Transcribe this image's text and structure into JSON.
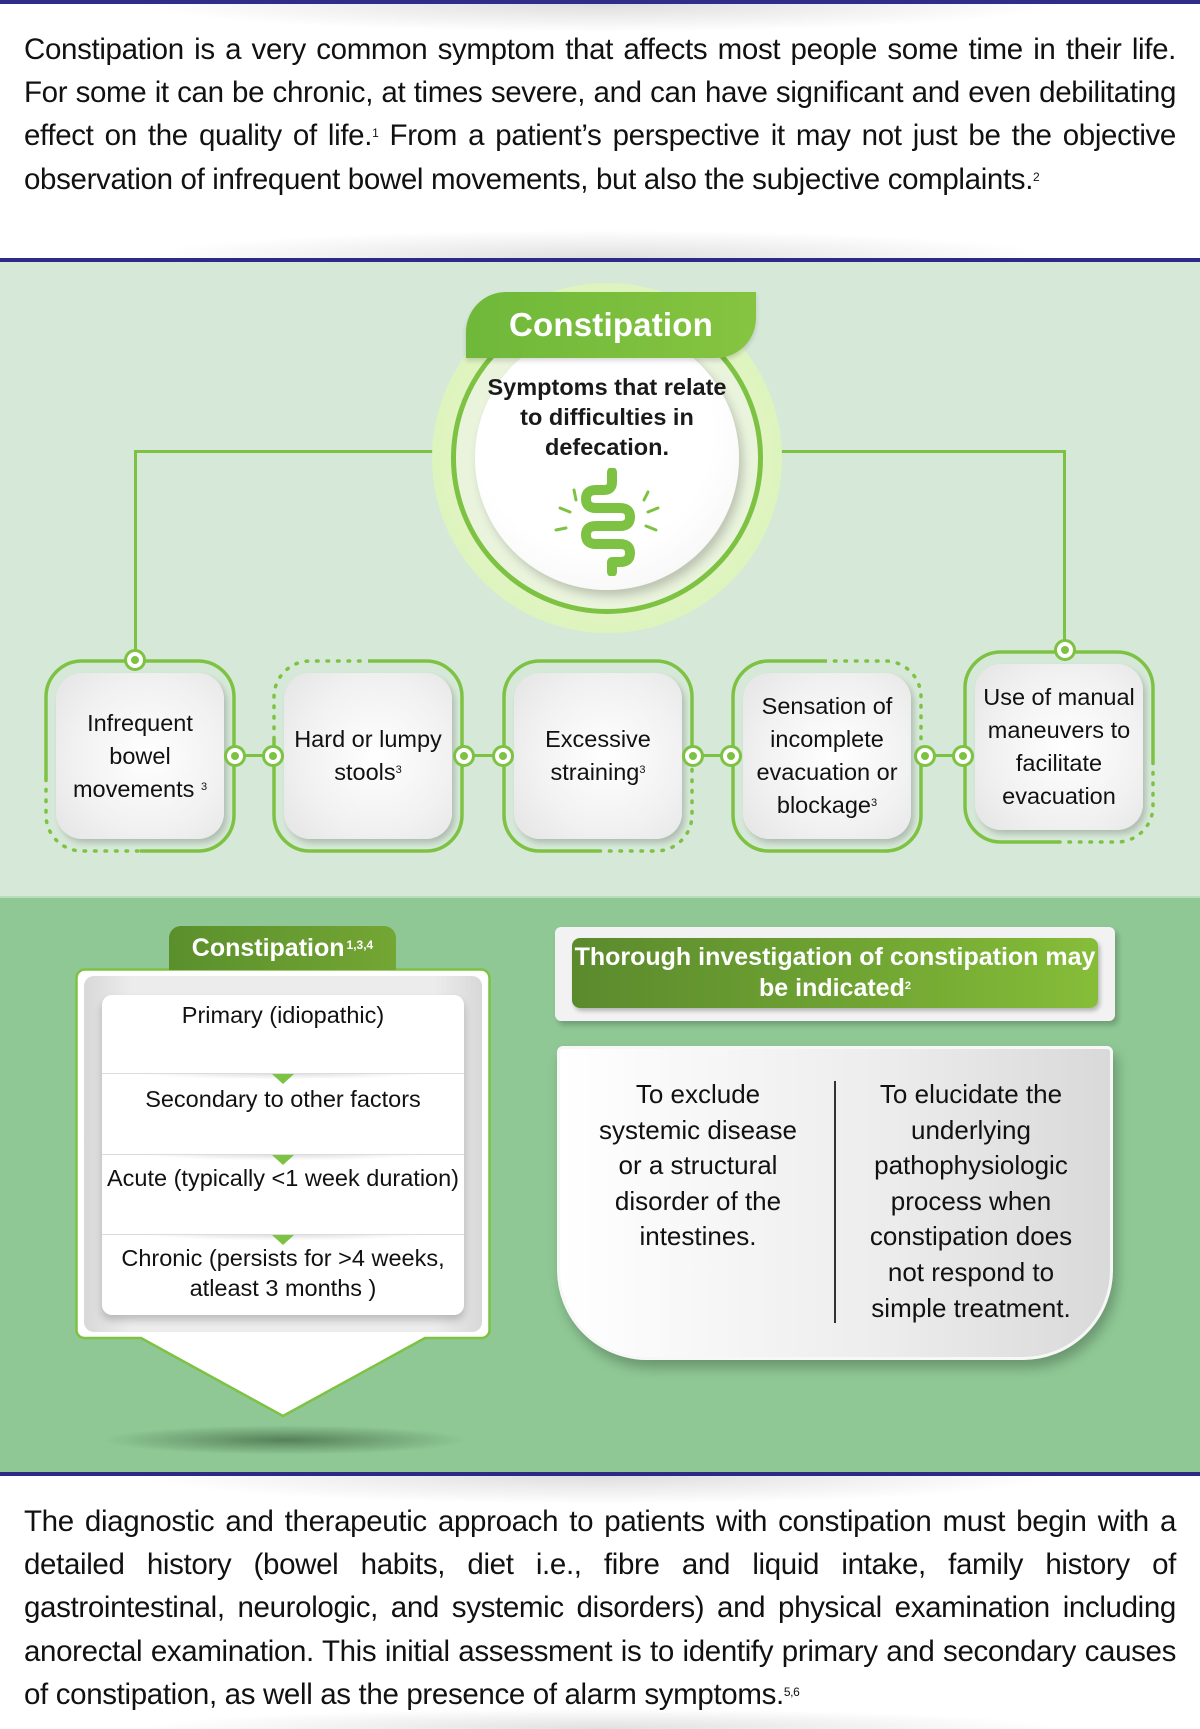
{
  "intro": {
    "text": "Constipation is a very common symptom that affects most people some time in their life. For some it can be chronic, at times severe, and can have significant and even debilitating effect on the quality of life.",
    "ref1": "1",
    "text2": " From a patient’s perspective it may not just be the objective observation of infrequent bowel movements, but also the subjective complaints.",
    "ref2": "2"
  },
  "hub": {
    "title": "Constipation",
    "description": "Symptoms that relate to difficulties in defecation.",
    "icon": "intestine-icon"
  },
  "symptoms": [
    {
      "label": "Infrequent bowel movements",
      "ref": "3"
    },
    {
      "label": "Hard or lumpy stools",
      "ref": "3"
    },
    {
      "label": "Excessive straining",
      "ref": "3"
    },
    {
      "label": "Sensation of incomplete evacuation or blockage",
      "ref": "3"
    },
    {
      "label": "Use of manual maneuvers to facilitate evacuation",
      "ref": ""
    }
  ],
  "classification": {
    "title": "Constipation",
    "refs": "1,3,4",
    "items": [
      "Primary (idiopathic)",
      "Secondary to other factors",
      "Acute (typically <1 week duration)",
      "Chronic (persists for >4 weeks, atleast 3 months )"
    ]
  },
  "investigation": {
    "title": "Thorough investigation of constipation may be indicated",
    "ref": "2",
    "reasons": [
      "To exclude systemic disease or a structural disorder of the intestines.",
      "To elucidate the underlying pathophysiologic process when constipation does not respond to simple treatment."
    ]
  },
  "closing": {
    "text": "The diagnostic and therapeutic approach to patients with constipation must begin with a detailed history (bowel habits, diet i.e., fibre and liquid intake, family history of gastrointestinal, neurologic, and systemic disorders) and physical examination including anorectal examination. This initial assessment is to identify primary and secondary causes of constipation, as well as the presence of alarm symptoms.",
    "ref": "5,6"
  },
  "colors": {
    "accent_green": "#7dc242",
    "dark_green": "#5a8f2c",
    "light_section": "#d6e8d8",
    "mid_section": "#8fc895",
    "rule_navy": "#2b2b86"
  }
}
